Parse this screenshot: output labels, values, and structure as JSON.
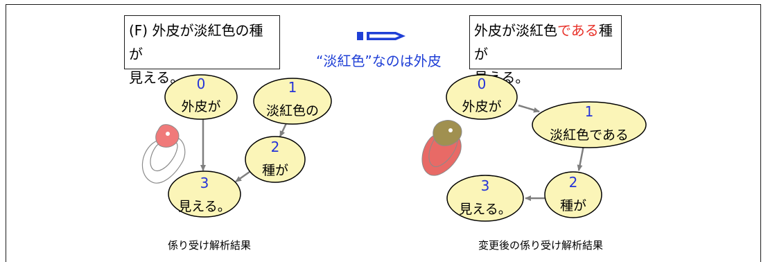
{
  "left_box": {
    "line1": "(F) 外皮が淡紅色の種が",
    "line2": "見える。"
  },
  "right_box": {
    "line1_pre": "外皮が淡紅色",
    "line1_red": "である",
    "line1_post": "種が",
    "line2": "見える。"
  },
  "mid_label": "“淡紅色”なのは外皮",
  "left_tree": {
    "nodes": [
      {
        "num": "0",
        "text": "外皮が"
      },
      {
        "num": "1",
        "text": "淡紅色の"
      },
      {
        "num": "2",
        "text": "種が"
      },
      {
        "num": "3",
        "text": "見える。"
      }
    ],
    "caption": "係り受け解析結果"
  },
  "right_tree": {
    "nodes": [
      {
        "num": "0",
        "text": "外皮が"
      },
      {
        "num": "1",
        "text": "淡紅色である"
      },
      {
        "num": "2",
        "text": "種が"
      },
      {
        "num": "3",
        "text": "見える。"
      }
    ],
    "caption": "変更後の係り受け解析結果"
  },
  "colors": {
    "node_fill": "#fbf5b8",
    "number": "#2433d8",
    "arrow": "#7f7f7f",
    "accent_blue": "#1f3fd6",
    "highlight_red": "#e8322a"
  }
}
